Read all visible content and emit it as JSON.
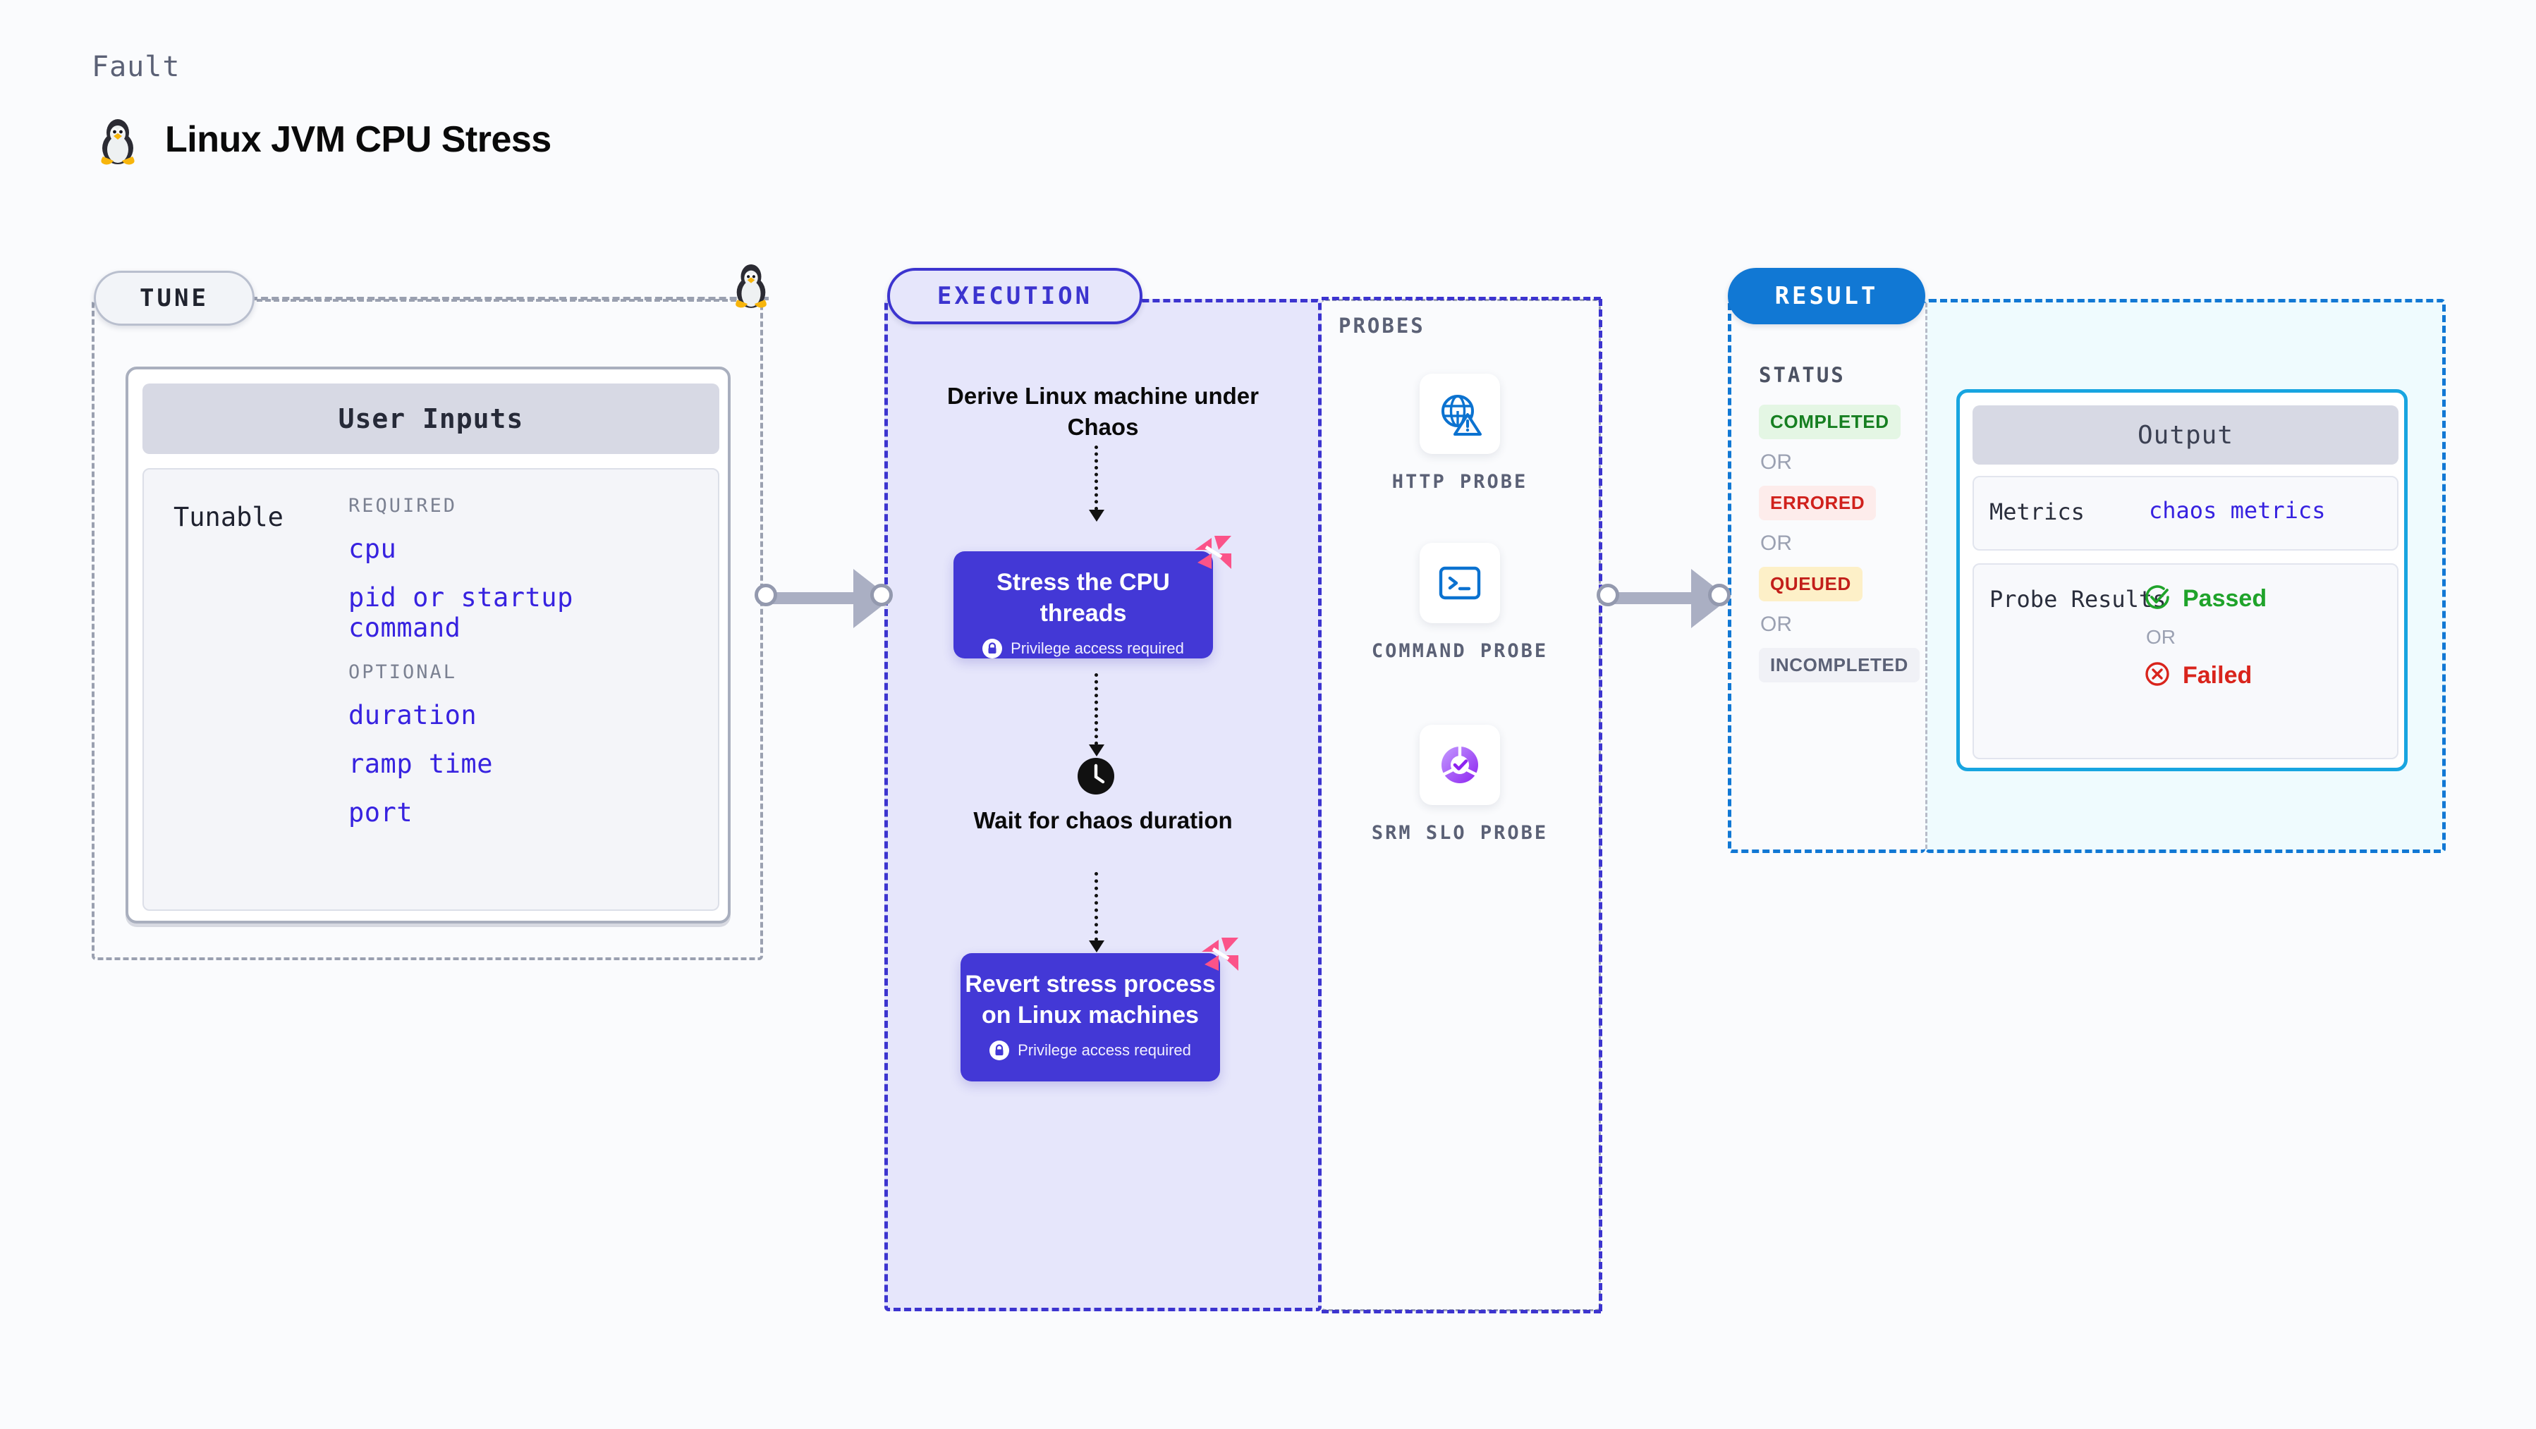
{
  "header": {
    "kicker": "Fault",
    "title": "Linux JVM CPU Stress",
    "icon": "linux-tux-icon"
  },
  "tune": {
    "label": "TUNE",
    "card_title": "User Inputs",
    "tunable_key": "Tunable",
    "groups": [
      {
        "head": "REQUIRED",
        "items": [
          "cpu",
          "pid or startup command"
        ]
      },
      {
        "head": "OPTIONAL",
        "items": [
          "duration",
          "ramp time",
          "port"
        ]
      }
    ]
  },
  "execution": {
    "label": "EXECUTION",
    "steps": [
      {
        "type": "text",
        "title": "Derive Linux machine under Chaos"
      },
      {
        "type": "card",
        "title": "Stress the CPU threads",
        "note": "Privilege access required",
        "badge": "harness-logo-icon",
        "lock": "lock-icon"
      },
      {
        "type": "text",
        "icon": "clock-icon",
        "title": "Wait for chaos duration"
      },
      {
        "type": "card",
        "title": "Revert stress process on Linux machines",
        "note": "Privilege access required",
        "badge": "harness-logo-icon",
        "lock": "lock-icon"
      }
    ]
  },
  "probes": {
    "title": "PROBES",
    "items": [
      {
        "name": "HTTP PROBE",
        "icon": "globe-warning-icon"
      },
      {
        "name": "COMMAND PROBE",
        "icon": "terminal-icon"
      },
      {
        "name": "SRM SLO PROBE",
        "icon": "srm-slo-donut-check-icon"
      }
    ]
  },
  "result": {
    "label": "RESULT",
    "status_title": "STATUS",
    "or_label": "OR",
    "statuses": [
      {
        "text": "COMPLETED",
        "fg": "#167f21",
        "bg": "#e4f6e4"
      },
      {
        "text": "ERRORED",
        "fg": "#d0211c",
        "bg": "#fdeceb"
      },
      {
        "text": "QUEUED",
        "fg": "#c21f1a",
        "bg": "#fdf0c8"
      },
      {
        "text": "INCOMPLETED",
        "fg": "#5b6176",
        "bg": "#f0f1f6"
      }
    ],
    "output": {
      "title": "Output",
      "metrics_key": "Metrics",
      "metrics_value": "chaos metrics",
      "probe_results_key": "Probe Results",
      "passed": {
        "text": "Passed",
        "color": "#1fa32a",
        "icon": "check-circle-icon"
      },
      "failed": {
        "text": "Failed",
        "color": "#d9241c",
        "icon": "x-circle-icon"
      },
      "or_label": "OR"
    }
  },
  "colors": {
    "tune_dash": "#9aa0b0",
    "execution_accent": "#3c34cf",
    "execution_bg": "#e6e6fb",
    "execution_card": "#4338d6",
    "result_accent": "#1178d4",
    "result_bg": "#effbfe",
    "output_border": "#18a5e0",
    "tunable_value": "#3722e0",
    "harness_pink": "#fb5389",
    "page_bg": "#fafbfd"
  }
}
